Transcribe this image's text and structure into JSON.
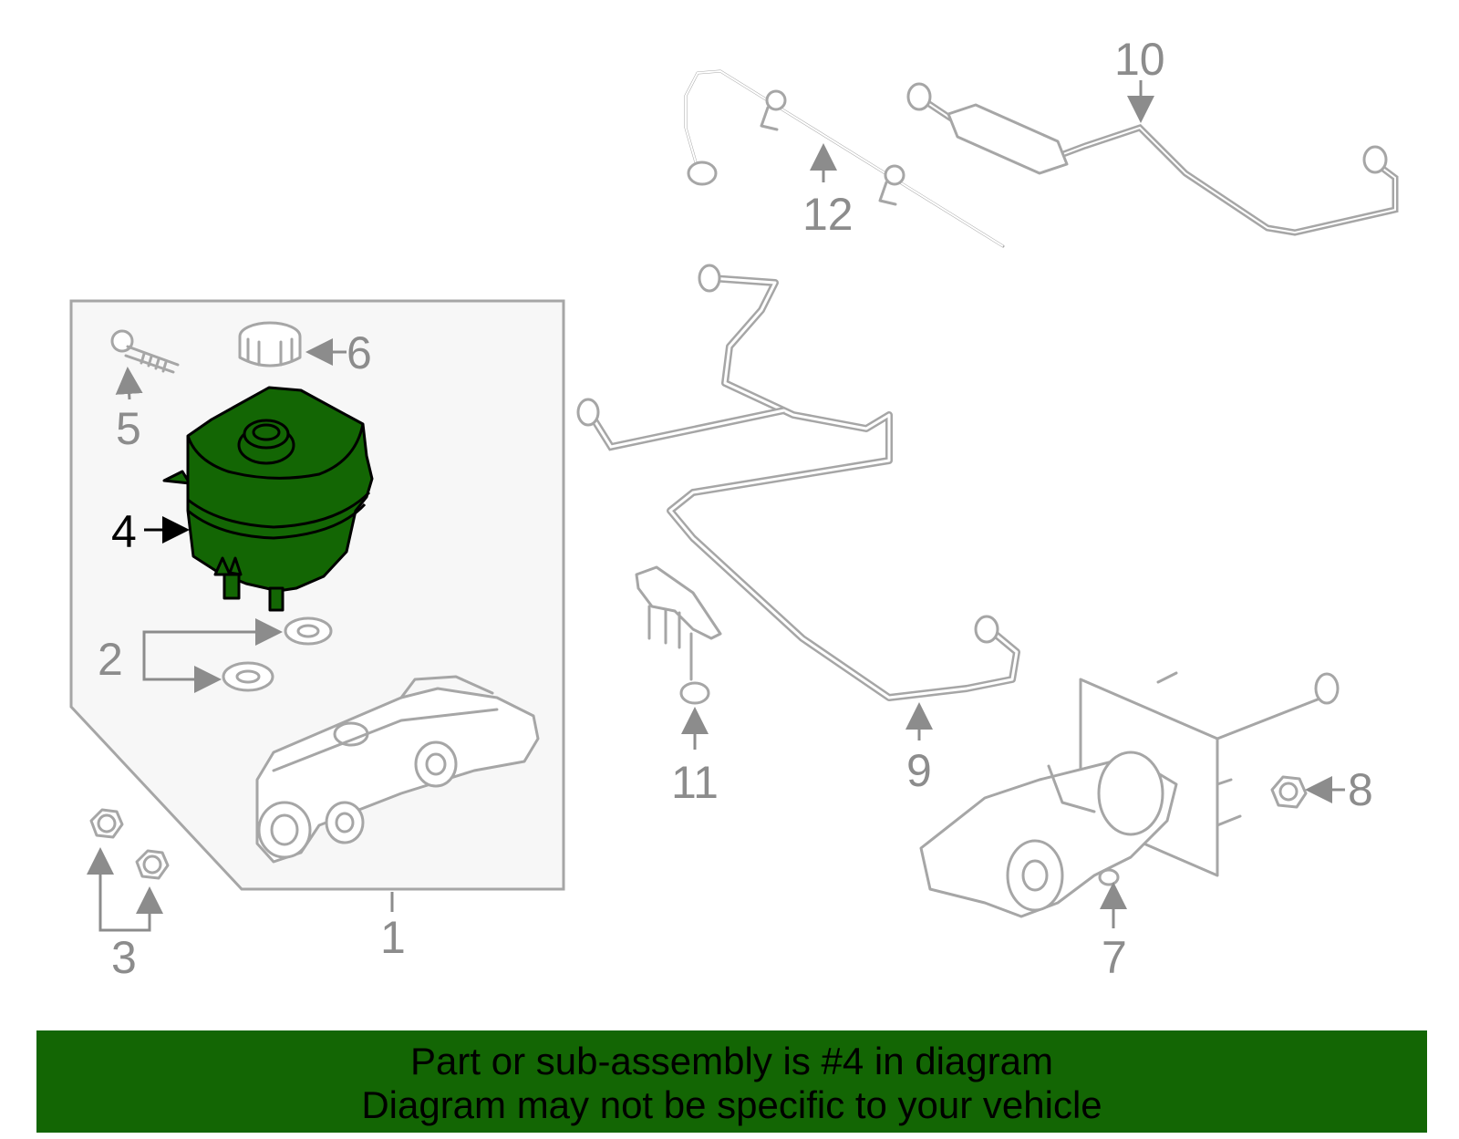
{
  "colors": {
    "highlight": "#136604",
    "banner": "#136604",
    "part_stroke": "#a6a6a6",
    "label": "#8c8c8c"
  },
  "callouts": {
    "c1": "1",
    "c2": "2",
    "c3": "3",
    "c4": "4",
    "c5": "5",
    "c6": "6",
    "c7": "7",
    "c8": "8",
    "c9": "9",
    "c10": "10",
    "c11": "11",
    "c12": "12"
  },
  "highlighted_part": "4",
  "banner": {
    "line1": "Part or sub-assembly is #4 in diagram",
    "line2": "Diagram may not be specific to your vehicle"
  }
}
